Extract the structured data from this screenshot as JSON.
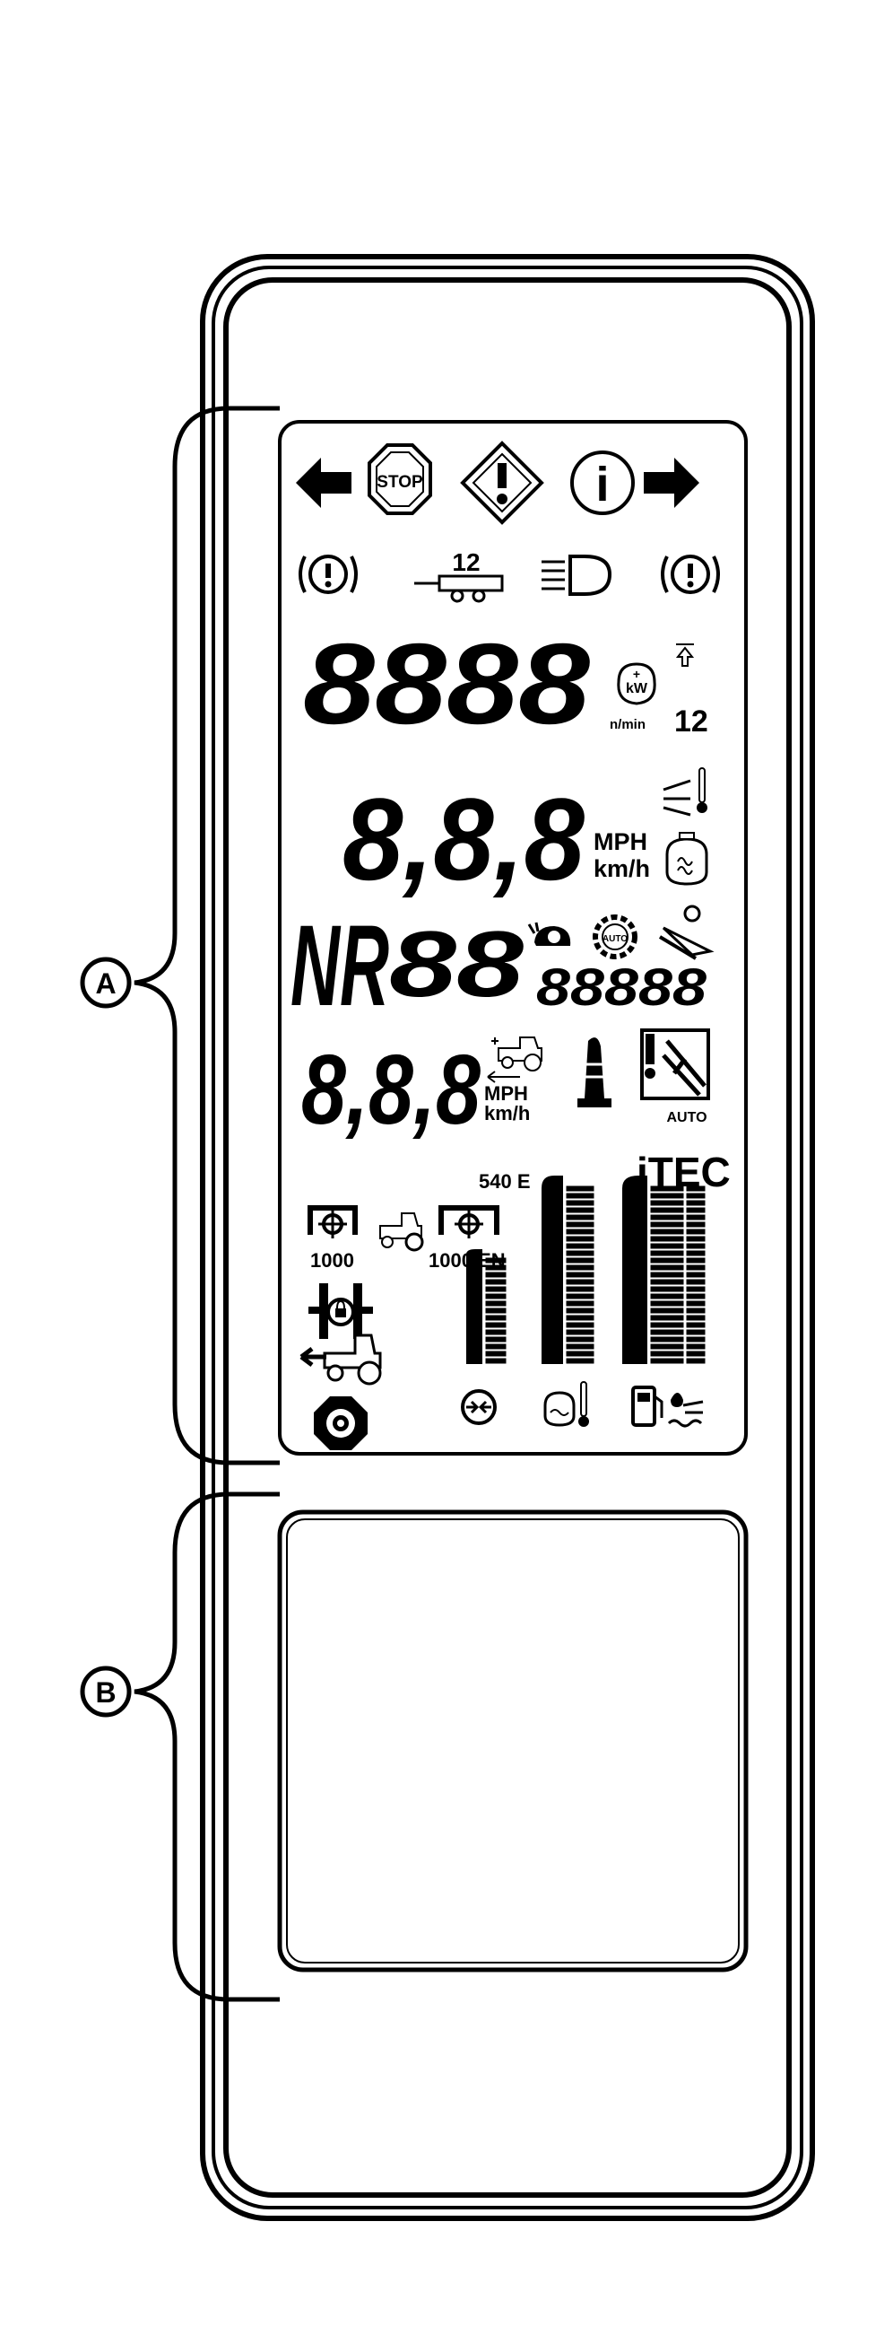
{
  "callouts": {
    "a": "A",
    "b": "B"
  },
  "lcd": {
    "trailer_number": "12",
    "rpm_digits": "8888",
    "rpm_unit": "n/min",
    "memory_number": "12",
    "speed_digits": "8,8,8",
    "speed_unit_top": "MPH",
    "speed_unit_bottom": "km/h",
    "gear_prefix": "NR",
    "gear_digits": "88",
    "small_digits": "88888",
    "auto_badge": "AUTO",
    "steering_auto": "AUTO",
    "target_speed_digits": "8,8,8",
    "target_unit_top": "MPH",
    "target_unit_bottom": "km/h",
    "brand": "iTEC",
    "pto_left_label": "1000",
    "pto_right_top_label": "540 E",
    "pto_right_bottom_label": "1000 EN",
    "stop_label": "STOP",
    "info_label": "i"
  },
  "icons": [
    "arrow-left-icon",
    "stop-sign-icon",
    "warning-diamond-icon",
    "info-icon",
    "arrow-right-icon",
    "brake-warning-left-icon",
    "trailer-icon",
    "headlight-icon",
    "brake-warning-right-icon",
    "engine-power-kw-icon",
    "upshift-icon",
    "exhaust-temp-icon",
    "engine-preheat-icon",
    "creeper-snail-icon",
    "auto-gear-icon",
    "seat-switch-icon",
    "tractor-ground-speed-icon",
    "joystick-icon",
    "auto-steer-icon",
    "pto-rear-icon",
    "pto-tractor-icon",
    "pto-front-icon",
    "differential-lock-icon",
    "tractor-reverse-icon",
    "four-wheel-drive-icon",
    "transmission-oil-icon",
    "coolant-temp-icon",
    "fuel-icon",
    "def-fluid-icon"
  ],
  "gauges": {
    "left_bar_fill": 1.0,
    "middle_bar_fill": 1.0,
    "right_bar_fill": 1.0
  }
}
